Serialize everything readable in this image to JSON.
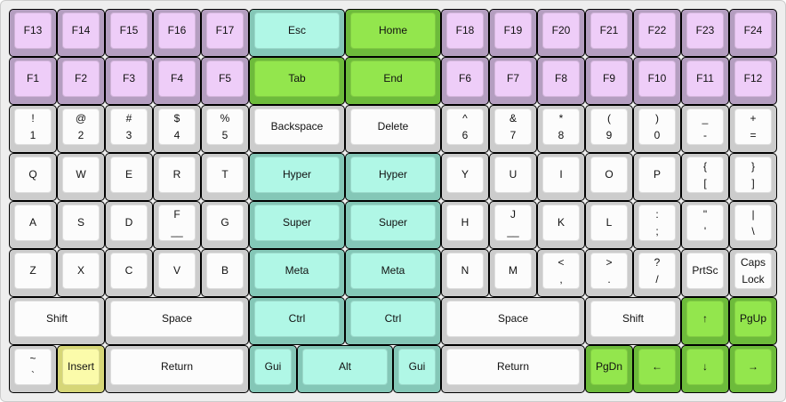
{
  "colors": {
    "default": [
      "#cccccc",
      "#fcfcfc"
    ],
    "fn": [
      "#b49ec0",
      "#eecdf8"
    ],
    "mod": [
      "#84c7b7",
      "#b0f7e6"
    ],
    "nav": [
      "#6dbb3b",
      "#93e64d"
    ],
    "warn": [
      "#d6d677",
      "#fbfbaa"
    ]
  },
  "keys": [
    {
      "id": "f13",
      "labels": [
        "F13"
      ],
      "c": 0,
      "r": 0,
      "w": 1,
      "theme": "fn"
    },
    {
      "id": "f14",
      "labels": [
        "F14"
      ],
      "c": 1,
      "r": 0,
      "w": 1,
      "theme": "fn"
    },
    {
      "id": "f15",
      "labels": [
        "F15"
      ],
      "c": 2,
      "r": 0,
      "w": 1,
      "theme": "fn"
    },
    {
      "id": "f16",
      "labels": [
        "F16"
      ],
      "c": 3,
      "r": 0,
      "w": 1,
      "theme": "fn"
    },
    {
      "id": "f17",
      "labels": [
        "F17"
      ],
      "c": 4,
      "r": 0,
      "w": 1,
      "theme": "fn"
    },
    {
      "id": "esc",
      "labels": [
        "Esc"
      ],
      "c": 5,
      "r": 0,
      "w": 2,
      "theme": "mod"
    },
    {
      "id": "home",
      "labels": [
        "Home"
      ],
      "c": 7,
      "r": 0,
      "w": 2,
      "theme": "nav"
    },
    {
      "id": "f18",
      "labels": [
        "F18"
      ],
      "c": 9,
      "r": 0,
      "w": 1,
      "theme": "fn"
    },
    {
      "id": "f19",
      "labels": [
        "F19"
      ],
      "c": 10,
      "r": 0,
      "w": 1,
      "theme": "fn"
    },
    {
      "id": "f20",
      "labels": [
        "F20"
      ],
      "c": 11,
      "r": 0,
      "w": 1,
      "theme": "fn"
    },
    {
      "id": "f21",
      "labels": [
        "F21"
      ],
      "c": 12,
      "r": 0,
      "w": 1,
      "theme": "fn"
    },
    {
      "id": "f22",
      "labels": [
        "F22"
      ],
      "c": 13,
      "r": 0,
      "w": 1,
      "theme": "fn"
    },
    {
      "id": "f23",
      "labels": [
        "F23"
      ],
      "c": 14,
      "r": 0,
      "w": 1,
      "theme": "fn"
    },
    {
      "id": "f24",
      "labels": [
        "F24"
      ],
      "c": 15,
      "r": 0,
      "w": 1,
      "theme": "fn"
    },
    {
      "id": "f1",
      "labels": [
        "F1"
      ],
      "c": 0,
      "r": 1,
      "w": 1,
      "theme": "fn"
    },
    {
      "id": "f2",
      "labels": [
        "F2"
      ],
      "c": 1,
      "r": 1,
      "w": 1,
      "theme": "fn"
    },
    {
      "id": "f3",
      "labels": [
        "F3"
      ],
      "c": 2,
      "r": 1,
      "w": 1,
      "theme": "fn"
    },
    {
      "id": "f4",
      "labels": [
        "F4"
      ],
      "c": 3,
      "r": 1,
      "w": 1,
      "theme": "fn"
    },
    {
      "id": "f5",
      "labels": [
        "F5"
      ],
      "c": 4,
      "r": 1,
      "w": 1,
      "theme": "fn"
    },
    {
      "id": "tab",
      "labels": [
        "Tab"
      ],
      "c": 5,
      "r": 1,
      "w": 2,
      "theme": "nav"
    },
    {
      "id": "end",
      "labels": [
        "End"
      ],
      "c": 7,
      "r": 1,
      "w": 2,
      "theme": "nav"
    },
    {
      "id": "f6",
      "labels": [
        "F6"
      ],
      "c": 9,
      "r": 1,
      "w": 1,
      "theme": "fn"
    },
    {
      "id": "f7",
      "labels": [
        "F7"
      ],
      "c": 10,
      "r": 1,
      "w": 1,
      "theme": "fn"
    },
    {
      "id": "f8",
      "labels": [
        "F8"
      ],
      "c": 11,
      "r": 1,
      "w": 1,
      "theme": "fn"
    },
    {
      "id": "f9",
      "labels": [
        "F9"
      ],
      "c": 12,
      "r": 1,
      "w": 1,
      "theme": "fn"
    },
    {
      "id": "f10",
      "labels": [
        "F10"
      ],
      "c": 13,
      "r": 1,
      "w": 1,
      "theme": "fn"
    },
    {
      "id": "f11",
      "labels": [
        "F11"
      ],
      "c": 14,
      "r": 1,
      "w": 1,
      "theme": "fn"
    },
    {
      "id": "f12",
      "labels": [
        "F12"
      ],
      "c": 15,
      "r": 1,
      "w": 1,
      "theme": "fn"
    },
    {
      "id": "1",
      "labels": [
        "!",
        "1"
      ],
      "c": 0,
      "r": 2,
      "w": 1,
      "theme": "default"
    },
    {
      "id": "2",
      "labels": [
        "@",
        "2"
      ],
      "c": 1,
      "r": 2,
      "w": 1,
      "theme": "default"
    },
    {
      "id": "3",
      "labels": [
        "#",
        "3"
      ],
      "c": 2,
      "r": 2,
      "w": 1,
      "theme": "default"
    },
    {
      "id": "4",
      "labels": [
        "$",
        "4"
      ],
      "c": 3,
      "r": 2,
      "w": 1,
      "theme": "default"
    },
    {
      "id": "5",
      "labels": [
        "%",
        "5"
      ],
      "c": 4,
      "r": 2,
      "w": 1,
      "theme": "default"
    },
    {
      "id": "backspace",
      "labels": [
        "Backspace"
      ],
      "c": 5,
      "r": 2,
      "w": 2,
      "theme": "default"
    },
    {
      "id": "delete",
      "labels": [
        "Delete"
      ],
      "c": 7,
      "r": 2,
      "w": 2,
      "theme": "default"
    },
    {
      "id": "6",
      "labels": [
        "^",
        "6"
      ],
      "c": 9,
      "r": 2,
      "w": 1,
      "theme": "default"
    },
    {
      "id": "7",
      "labels": [
        "&",
        "7"
      ],
      "c": 10,
      "r": 2,
      "w": 1,
      "theme": "default"
    },
    {
      "id": "8",
      "labels": [
        "*",
        "8"
      ],
      "c": 11,
      "r": 2,
      "w": 1,
      "theme": "default"
    },
    {
      "id": "9",
      "labels": [
        "(",
        "9"
      ],
      "c": 12,
      "r": 2,
      "w": 1,
      "theme": "default"
    },
    {
      "id": "0",
      "labels": [
        ")",
        "0"
      ],
      "c": 13,
      "r": 2,
      "w": 1,
      "theme": "default"
    },
    {
      "id": "minus",
      "labels": [
        "_",
        "-"
      ],
      "c": 14,
      "r": 2,
      "w": 1,
      "theme": "default"
    },
    {
      "id": "equals",
      "labels": [
        "+",
        "="
      ],
      "c": 15,
      "r": 2,
      "w": 1,
      "theme": "default"
    },
    {
      "id": "q",
      "labels": [
        "Q"
      ],
      "c": 0,
      "r": 3,
      "w": 1,
      "theme": "default"
    },
    {
      "id": "w",
      "labels": [
        "W"
      ],
      "c": 1,
      "r": 3,
      "w": 1,
      "theme": "default"
    },
    {
      "id": "e",
      "labels": [
        "E"
      ],
      "c": 2,
      "r": 3,
      "w": 1,
      "theme": "default"
    },
    {
      "id": "r",
      "labels": [
        "R"
      ],
      "c": 3,
      "r": 3,
      "w": 1,
      "theme": "default"
    },
    {
      "id": "t",
      "labels": [
        "T"
      ],
      "c": 4,
      "r": 3,
      "w": 1,
      "theme": "default"
    },
    {
      "id": "hyper-left",
      "labels": [
        "Hyper"
      ],
      "c": 5,
      "r": 3,
      "w": 2,
      "theme": "mod"
    },
    {
      "id": "hyper-right",
      "labels": [
        "Hyper"
      ],
      "c": 7,
      "r": 3,
      "w": 2,
      "theme": "mod"
    },
    {
      "id": "y",
      "labels": [
        "Y"
      ],
      "c": 9,
      "r": 3,
      "w": 1,
      "theme": "default"
    },
    {
      "id": "u",
      "labels": [
        "U"
      ],
      "c": 10,
      "r": 3,
      "w": 1,
      "theme": "default"
    },
    {
      "id": "i",
      "labels": [
        "I"
      ],
      "c": 11,
      "r": 3,
      "w": 1,
      "theme": "default"
    },
    {
      "id": "o",
      "labels": [
        "O"
      ],
      "c": 12,
      "r": 3,
      "w": 1,
      "theme": "default"
    },
    {
      "id": "p",
      "labels": [
        "P"
      ],
      "c": 13,
      "r": 3,
      "w": 1,
      "theme": "default"
    },
    {
      "id": "lbracket",
      "labels": [
        "{",
        "["
      ],
      "c": 14,
      "r": 3,
      "w": 1,
      "theme": "default"
    },
    {
      "id": "rbracket",
      "labels": [
        "}",
        "]"
      ],
      "c": 15,
      "r": 3,
      "w": 1,
      "theme": "default"
    },
    {
      "id": "a",
      "labels": [
        "A"
      ],
      "c": 0,
      "r": 4,
      "w": 1,
      "theme": "default"
    },
    {
      "id": "s",
      "labels": [
        "S"
      ],
      "c": 1,
      "r": 4,
      "w": 1,
      "theme": "default"
    },
    {
      "id": "d",
      "labels": [
        "D"
      ],
      "c": 2,
      "r": 4,
      "w": 1,
      "theme": "default"
    },
    {
      "id": "f",
      "labels": [
        "F",
        "__"
      ],
      "c": 3,
      "r": 4,
      "w": 1,
      "theme": "default"
    },
    {
      "id": "g",
      "labels": [
        "G"
      ],
      "c": 4,
      "r": 4,
      "w": 1,
      "theme": "default"
    },
    {
      "id": "super-left",
      "labels": [
        "Super"
      ],
      "c": 5,
      "r": 4,
      "w": 2,
      "theme": "mod"
    },
    {
      "id": "super-right",
      "labels": [
        "Super"
      ],
      "c": 7,
      "r": 4,
      "w": 2,
      "theme": "mod"
    },
    {
      "id": "h",
      "labels": [
        "H"
      ],
      "c": 9,
      "r": 4,
      "w": 1,
      "theme": "default"
    },
    {
      "id": "j",
      "labels": [
        "J",
        "__"
      ],
      "c": 10,
      "r": 4,
      "w": 1,
      "theme": "default"
    },
    {
      "id": "k",
      "labels": [
        "K"
      ],
      "c": 11,
      "r": 4,
      "w": 1,
      "theme": "default"
    },
    {
      "id": "l",
      "labels": [
        "L"
      ],
      "c": 12,
      "r": 4,
      "w": 1,
      "theme": "default"
    },
    {
      "id": "semicolon",
      "labels": [
        ":",
        ";"
      ],
      "c": 13,
      "r": 4,
      "w": 1,
      "theme": "default"
    },
    {
      "id": "quote",
      "labels": [
        "\"",
        "'"
      ],
      "c": 14,
      "r": 4,
      "w": 1,
      "theme": "default"
    },
    {
      "id": "backslash",
      "labels": [
        "|",
        "\\"
      ],
      "c": 15,
      "r": 4,
      "w": 1,
      "theme": "default"
    },
    {
      "id": "z",
      "labels": [
        "Z"
      ],
      "c": 0,
      "r": 5,
      "w": 1,
      "theme": "default"
    },
    {
      "id": "x",
      "labels": [
        "X"
      ],
      "c": 1,
      "r": 5,
      "w": 1,
      "theme": "default"
    },
    {
      "id": "c",
      "labels": [
        "C"
      ],
      "c": 2,
      "r": 5,
      "w": 1,
      "theme": "default"
    },
    {
      "id": "v",
      "labels": [
        "V"
      ],
      "c": 3,
      "r": 5,
      "w": 1,
      "theme": "default"
    },
    {
      "id": "b",
      "labels": [
        "B"
      ],
      "c": 4,
      "r": 5,
      "w": 1,
      "theme": "default"
    },
    {
      "id": "meta-left",
      "labels": [
        "Meta"
      ],
      "c": 5,
      "r": 5,
      "w": 2,
      "theme": "mod"
    },
    {
      "id": "meta-right",
      "labels": [
        "Meta"
      ],
      "c": 7,
      "r": 5,
      "w": 2,
      "theme": "mod"
    },
    {
      "id": "n",
      "labels": [
        "N"
      ],
      "c": 9,
      "r": 5,
      "w": 1,
      "theme": "default"
    },
    {
      "id": "m",
      "labels": [
        "M"
      ],
      "c": 10,
      "r": 5,
      "w": 1,
      "theme": "default"
    },
    {
      "id": "comma",
      "labels": [
        "<",
        ","
      ],
      "c": 11,
      "r": 5,
      "w": 1,
      "theme": "default"
    },
    {
      "id": "period",
      "labels": [
        ">",
        "."
      ],
      "c": 12,
      "r": 5,
      "w": 1,
      "theme": "default"
    },
    {
      "id": "slash",
      "labels": [
        "?",
        "/"
      ],
      "c": 13,
      "r": 5,
      "w": 1,
      "theme": "default"
    },
    {
      "id": "prtsc",
      "labels": [
        "PrtSc"
      ],
      "c": 14,
      "r": 5,
      "w": 1,
      "theme": "default"
    },
    {
      "id": "capslock",
      "labels": [
        "Caps",
        "Lock"
      ],
      "c": 15,
      "r": 5,
      "w": 1,
      "theme": "default"
    },
    {
      "id": "shift-left",
      "labels": [
        "Shift"
      ],
      "c": 0,
      "r": 6,
      "w": 2,
      "theme": "default"
    },
    {
      "id": "space-left",
      "labels": [
        "Space"
      ],
      "c": 2,
      "r": 6,
      "w": 3,
      "theme": "default"
    },
    {
      "id": "ctrl-left",
      "labels": [
        "Ctrl"
      ],
      "c": 5,
      "r": 6,
      "w": 2,
      "theme": "mod"
    },
    {
      "id": "ctrl-right",
      "labels": [
        "Ctrl"
      ],
      "c": 7,
      "r": 6,
      "w": 2,
      "theme": "mod"
    },
    {
      "id": "space-right",
      "labels": [
        "Space"
      ],
      "c": 9,
      "r": 6,
      "w": 3,
      "theme": "default"
    },
    {
      "id": "shift-right",
      "labels": [
        "Shift"
      ],
      "c": 12,
      "r": 6,
      "w": 2,
      "theme": "default"
    },
    {
      "id": "arrow-up",
      "labels": [
        "↑"
      ],
      "c": 14,
      "r": 6,
      "w": 1,
      "theme": "nav"
    },
    {
      "id": "pgup",
      "labels": [
        "PgUp"
      ],
      "c": 15,
      "r": 6,
      "w": 1,
      "theme": "nav"
    },
    {
      "id": "grave",
      "labels": [
        "~",
        "`"
      ],
      "c": 0,
      "r": 7,
      "w": 1,
      "theme": "default"
    },
    {
      "id": "insert",
      "labels": [
        "Insert"
      ],
      "c": 1,
      "r": 7,
      "w": 1,
      "theme": "warn"
    },
    {
      "id": "return-left",
      "labels": [
        "Return"
      ],
      "c": 2,
      "r": 7,
      "w": 3,
      "theme": "default"
    },
    {
      "id": "gui-left",
      "labels": [
        "Gui"
      ],
      "c": 5,
      "r": 7,
      "w": 1,
      "theme": "mod"
    },
    {
      "id": "alt",
      "labels": [
        "Alt"
      ],
      "c": 6,
      "r": 7,
      "w": 2,
      "theme": "mod"
    },
    {
      "id": "gui-right",
      "labels": [
        "Gui"
      ],
      "c": 8,
      "r": 7,
      "w": 1,
      "theme": "mod"
    },
    {
      "id": "return-right",
      "labels": [
        "Return"
      ],
      "c": 9,
      "r": 7,
      "w": 3,
      "theme": "default"
    },
    {
      "id": "pgdn",
      "labels": [
        "PgDn"
      ],
      "c": 12,
      "r": 7,
      "w": 1,
      "theme": "nav"
    },
    {
      "id": "arrow-left",
      "labels": [
        "←"
      ],
      "c": 13,
      "r": 7,
      "w": 1,
      "theme": "nav"
    },
    {
      "id": "arrow-down",
      "labels": [
        "↓"
      ],
      "c": 14,
      "r": 7,
      "w": 1,
      "theme": "nav"
    },
    {
      "id": "arrow-right",
      "labels": [
        "→"
      ],
      "c": 15,
      "r": 7,
      "w": 1,
      "theme": "nav"
    }
  ]
}
